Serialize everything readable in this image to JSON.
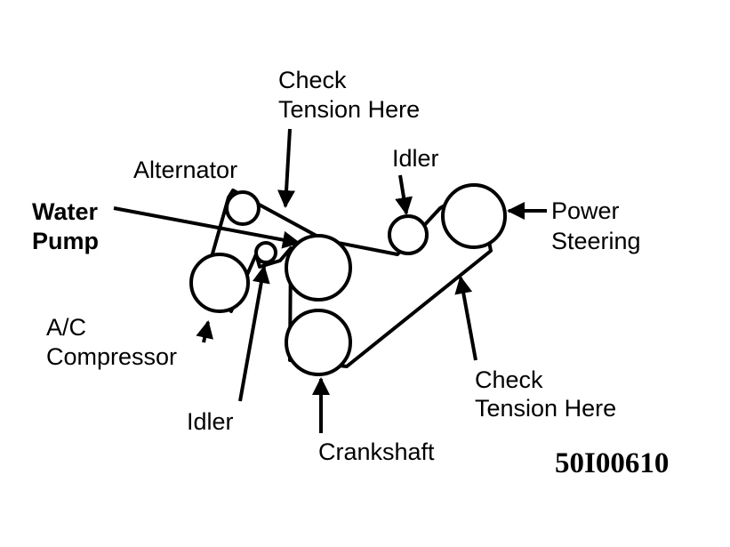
{
  "diagram": {
    "labels": {
      "check_tension_top_1": "Check",
      "check_tension_top_2": "Tension Here",
      "alternator": "Alternator",
      "idler_top": "Idler",
      "water_pump_1": "Water",
      "water_pump_2": "Pump",
      "power_steering_1": "Power",
      "power_steering_2": "Steering",
      "ac_compressor_1": "A/C",
      "ac_compressor_2": "Compressor",
      "check_tension_bottom_1": "Check",
      "check_tension_bottom_2": "Tension Here",
      "idler_bottom": "Idler",
      "crankshaft": "Crankshaft"
    },
    "figure_code": "50I00610",
    "colors": {
      "ink": "#000000",
      "background": "#ffffff"
    }
  }
}
